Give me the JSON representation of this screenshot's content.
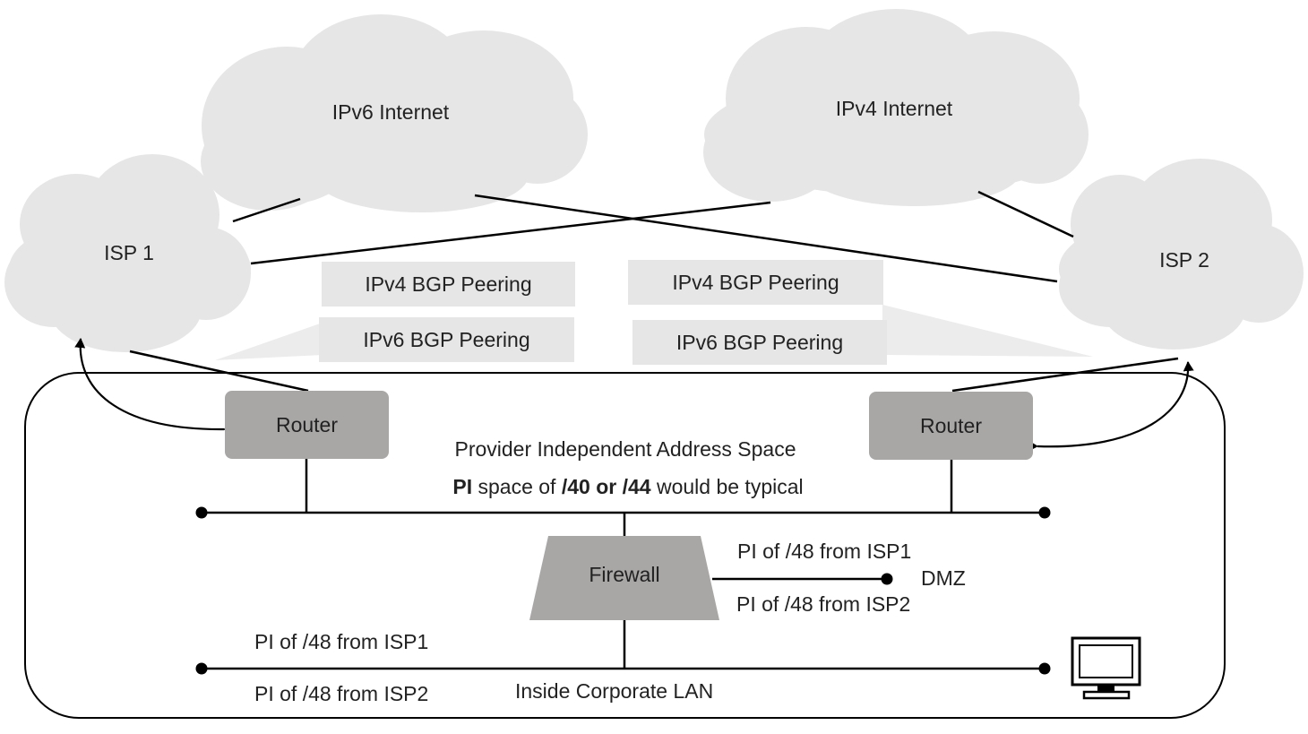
{
  "clouds": {
    "ipv6_internet": "IPv6 Internet",
    "ipv4_internet": "IPv4 Internet",
    "isp1": "ISP 1",
    "isp2": "ISP 2"
  },
  "peering": {
    "left_ipv4": "IPv4 BGP Peering",
    "left_ipv6": "IPv6 BGP Peering",
    "right_ipv4": "IPv4 BGP Peering",
    "right_ipv6": "IPv6 BGP Peering"
  },
  "routers": {
    "left": "Router",
    "right": "Router"
  },
  "pi_space": {
    "title": "Provider Independent Address Space",
    "line_bold_1": "PI",
    "line_text_1": " space of ",
    "line_bold_2": "/40 or /44",
    "line_text_2": " would be typical"
  },
  "firewall": {
    "label": "Firewall"
  },
  "dmz": {
    "label": "DMZ",
    "pi_isp1": "PI of /48 from ISP1",
    "pi_isp2": "PI of /48 from ISP2"
  },
  "lan": {
    "label": "Inside Corporate LAN",
    "pi_isp1": "PI of /48 from ISP1",
    "pi_isp2": "PI of /48 from ISP2"
  },
  "colors": {
    "cloud": "#e6e6e6",
    "router": "#a9a6a6",
    "firewall": "#a9a6a6",
    "line": "#000000"
  },
  "icons": {
    "workstation": "monitor-icon"
  }
}
